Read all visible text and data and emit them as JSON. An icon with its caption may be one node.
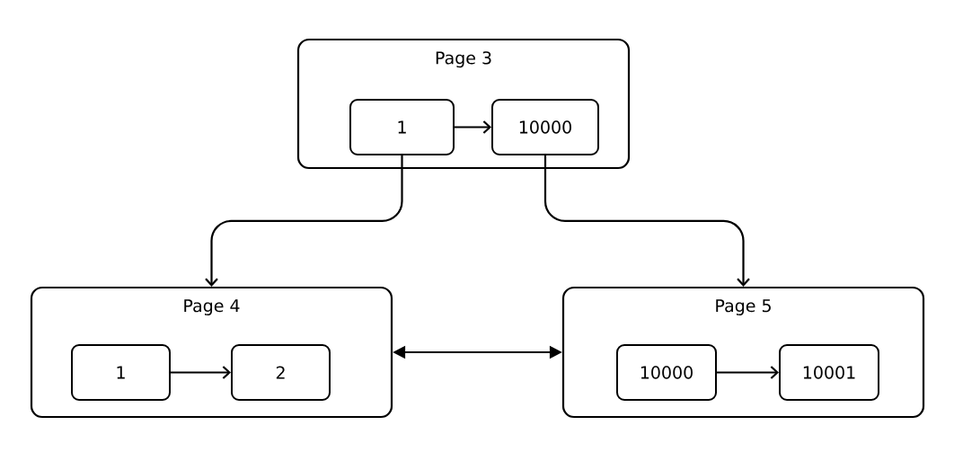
{
  "diagram": {
    "nodes": [
      {
        "text": [
          "Page 3"
        ]
      },
      {
        "text": [
          "1"
        ],
        "in": 0
      },
      {
        "text": [
          "10000"
        ],
        "in": 0
      },
      {
        "text": [
          "Page 4"
        ]
      },
      {
        "text": [
          "1"
        ],
        "in": 3
      },
      {
        "text": [
          "2"
        ],
        "in": 3
      },
      {
        "text": [
          "Page 5"
        ]
      },
      {
        "text": [
          "10000"
        ],
        "in": 6
      },
      {
        "text": [
          "10001"
        ],
        "in": 6
      }
    ],
    "edges": [
      {
        "from": 1,
        "to": 2,
        "arrow": "to"
      },
      {
        "from": 1,
        "to": 3,
        "arrow": "to"
      },
      {
        "from": 2,
        "to": 6,
        "arrow": "to"
      },
      {
        "from": 4,
        "to": 5,
        "arrow": "to"
      },
      {
        "from": 3,
        "to": 6,
        "arrow": "both"
      },
      {
        "from": 7,
        "to": 8,
        "arrow": "to"
      }
    ]
  }
}
